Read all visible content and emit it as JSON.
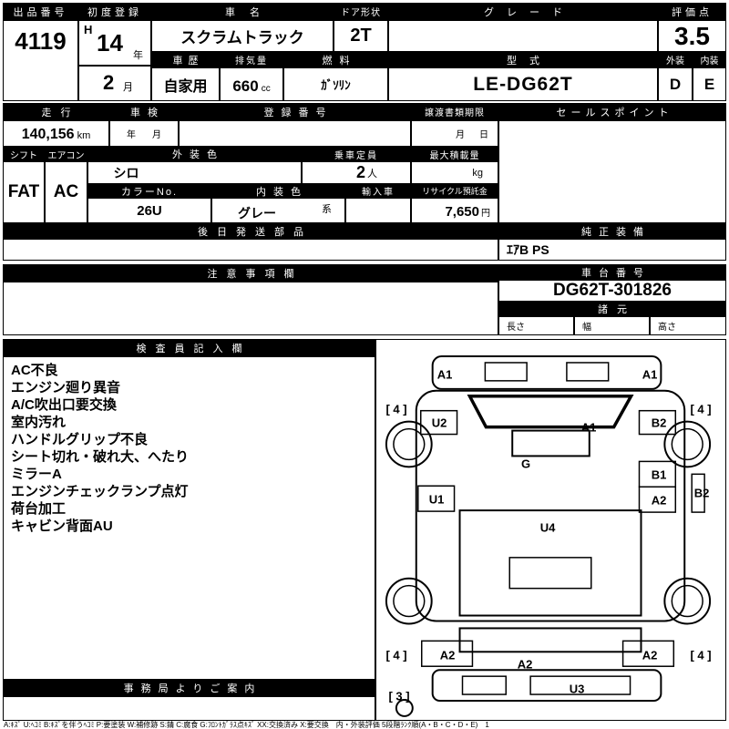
{
  "top": {
    "lot_header": "出品番号",
    "lot_number": "4119",
    "first_reg_header": "初度登録",
    "first_reg_era": "H",
    "first_reg_year": "14",
    "first_reg_year_unit": "年",
    "first_reg_month": "2",
    "first_reg_month_unit": "月",
    "car_name_header": "車名",
    "car_name": "スクラムトラック",
    "door_header": "ドア形状",
    "door": "2T",
    "grade_header": "グレード",
    "grade": "",
    "score_header": "評価点",
    "score": "3.5",
    "history_header": "車歴",
    "history": "自家用",
    "displacement_header": "排気量",
    "displacement": "660",
    "displacement_unit": "cc",
    "fuel_header": "燃料",
    "fuel": "ｶﾞｿﾘﾝ",
    "model_header": "型式",
    "model": "LE-DG62T",
    "exterior_header": "外装",
    "exterior_grade": "D",
    "interior_header": "内装",
    "interior_grade": "E"
  },
  "middle": {
    "mileage_header": "走行",
    "mileage": "140,156",
    "mileage_unit": "km",
    "shaken_header": "車検",
    "shaken_year_unit": "年",
    "shaken_month_unit": "月",
    "reg_no_header": "登録番号",
    "reg_no": "",
    "transfer_header": "譲渡書類期限",
    "transfer_month_unit": "月",
    "transfer_day_unit": "日",
    "sales_header": "セールスポイント",
    "sales_points": "",
    "shift_header": "シフト",
    "shift": "FAT",
    "aircon_header": "エアコン",
    "aircon": "AC",
    "ext_color_header": "外装色",
    "ext_color": "シロ",
    "capacity_header": "乗車定員",
    "capacity": "2",
    "capacity_unit": "人",
    "max_load_header": "最大積載量",
    "max_load_unit": "kg",
    "color_no_header": "カラーNo.",
    "color_no": "26U",
    "int_color_header": "内装色",
    "int_color": "グレー",
    "int_color_unit": "系",
    "import_header": "輸入車",
    "import_value": "",
    "recycle_header": "リサイクル預託金",
    "recycle_fee": "7,650",
    "recycle_unit": "円",
    "later_parts_header": "後日発送部品",
    "later_parts": "",
    "equipment_header": "純正装備",
    "equipment": "ｴｱB PS"
  },
  "notes": {
    "caution_header": "注意事項欄",
    "caution": "",
    "chassis_header": "車台番号",
    "chassis_no": "DG62T-301826",
    "spec_header": "諸元",
    "spec_length": "長さ",
    "spec_width": "幅",
    "spec_height": "高さ"
  },
  "inspector": {
    "header": "検査員記入欄",
    "items": [
      "AC不良",
      "エンジン廻り異音",
      "A/C吹出口要交換",
      "室内汚れ",
      "ハンドルグリップ不良",
      "シート切れ・破れ大、へたり",
      "ミラーA",
      "エンジンチェックランプ点灯",
      "荷台加工",
      "キャビン背面AU"
    ],
    "office_header": "事務局よりご案内"
  },
  "diagram": {
    "labels": [
      "A1",
      "A1",
      "[ 4 ]",
      "[ 4 ]",
      "U2",
      "A1",
      "B2",
      "G",
      "B1",
      "U1",
      "A2",
      "B2",
      "U4",
      "A2",
      "A2",
      "A2",
      "[ 4 ]",
      "[ 4 ]",
      "U3",
      "[ 3 ]"
    ]
  },
  "legend": "A:ｷｽﾞ U:ﾍｺﾐ B:ｷｽﾞを伴うﾍｺﾐ P:要塗装 W:補修跡 S:錆 C:腐食 G:ﾌﾛﾝﾄｶﾞﾗｽ点ｷｽﾞ XX:交換済み X:要交換　内・外装評価 5段階ﾗﾝｸ順(A・B・C・D・E)　1"
}
